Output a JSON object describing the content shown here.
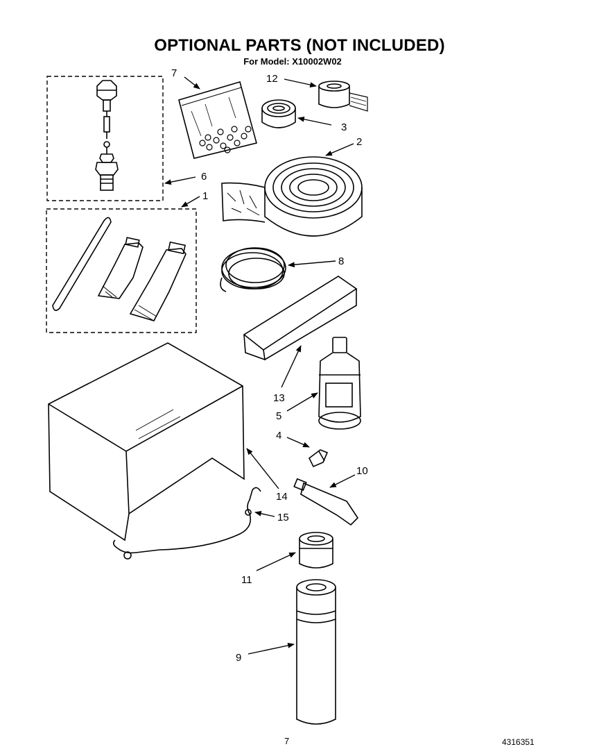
{
  "header": {
    "title": "OPTIONAL PARTS (NOT INCLUDED)",
    "subtitle": "For Model: X10002W02"
  },
  "footer": {
    "page_number": "7",
    "document_number": "4316351"
  },
  "callouts": [
    {
      "id": "c1",
      "label": "1"
    },
    {
      "id": "c2",
      "label": "2"
    },
    {
      "id": "c3",
      "label": "3"
    },
    {
      "id": "c4",
      "label": "4"
    },
    {
      "id": "c5",
      "label": "5"
    },
    {
      "id": "c6",
      "label": "6"
    },
    {
      "id": "c7",
      "label": "7"
    },
    {
      "id": "c8",
      "label": "8"
    },
    {
      "id": "c9",
      "label": "9"
    },
    {
      "id": "c10",
      "label": "10"
    },
    {
      "id": "c11",
      "label": "11"
    },
    {
      "id": "c12",
      "label": "12"
    },
    {
      "id": "c13",
      "label": "13"
    },
    {
      "id": "c14",
      "label": "14"
    },
    {
      "id": "c15",
      "label": "15"
    }
  ]
}
